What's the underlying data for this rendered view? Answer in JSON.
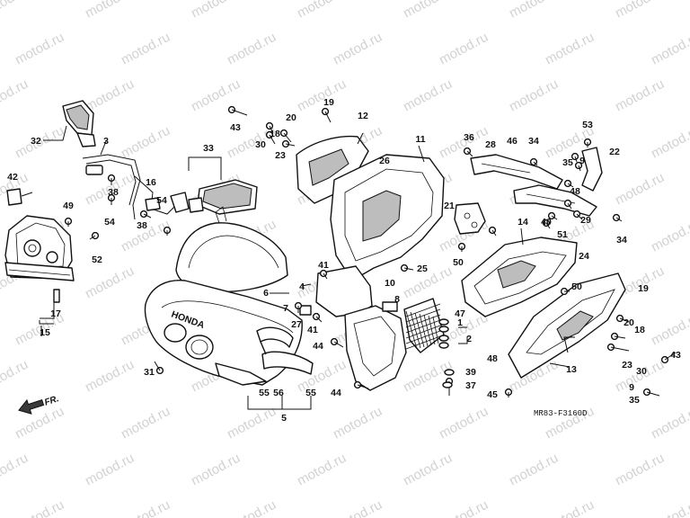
{
  "watermark": "motod.ru",
  "diagram_code": "MR83-F3160D",
  "direction_label": "FR.",
  "hood_brand_text": "HONDA",
  "part_labels": [
    "1",
    "2",
    "3",
    "4",
    "5",
    "6",
    "7",
    "8",
    "9",
    "10",
    "11",
    "12",
    "13",
    "14",
    "15",
    "16",
    "17",
    "18",
    "19",
    "20",
    "21",
    "22",
    "23",
    "24",
    "25",
    "26",
    "27",
    "28",
    "29",
    "30",
    "31",
    "32",
    "33",
    "34",
    "35",
    "36",
    "37",
    "38",
    "39",
    "40",
    "41",
    "42",
    "43",
    "44",
    "45",
    "46",
    "47",
    "48",
    "49",
    "50",
    "51",
    "52",
    "53",
    "54",
    "55",
    "56"
  ]
}
